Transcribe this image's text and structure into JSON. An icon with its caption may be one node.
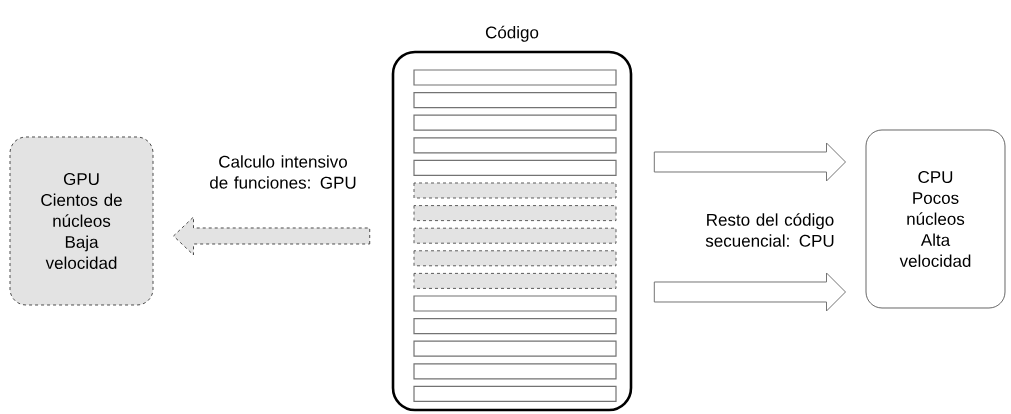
{
  "diagram": {
    "nodes": [
      {
        "text": [
          "GPU",
          "Cientos de núcleos",
          "Baja velocidad"
        ]
      },
      {
        "text": [
          "Código"
        ]
      },
      {
        "text": [
          "CPU",
          "Pocos núcleos",
          "Alta velocidad"
        ]
      }
    ],
    "edges": [
      {
        "from": 1,
        "to": 0,
        "arrow": "to",
        "style": "dashed",
        "label": "Calculo intensivo de funciones: GPU"
      },
      {
        "from": 1,
        "to": 2,
        "arrow": "to"
      },
      {
        "from": 1,
        "to": 2,
        "arrow": "to"
      }
    ],
    "labels": [
      "Resto del código secuencial: CPU"
    ]
  }
}
